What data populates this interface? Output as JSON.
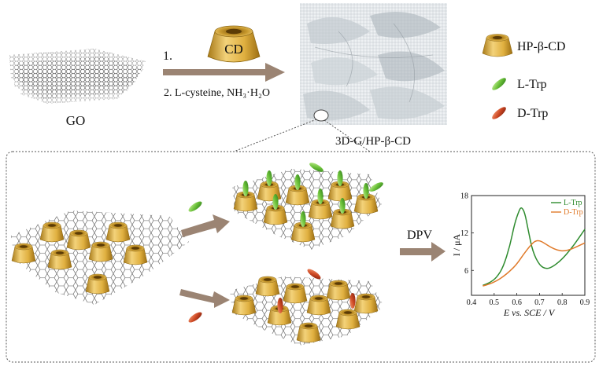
{
  "step": {
    "step1_number": "1.",
    "cd_label": "CD",
    "step2_text": "2. L-cysteine, NH₃·H₂O"
  },
  "labels": {
    "go": "GO",
    "product": "3D-G/HP-β-CD",
    "dpv": "DPV"
  },
  "legend": {
    "items": [
      {
        "label": "HP-β-CD",
        "icon": "cup-icon",
        "color": "#d9a531"
      },
      {
        "label": "L-Trp",
        "icon": "green-ellipse-icon",
        "color": "#5fb33a"
      },
      {
        "label": "D-Trp",
        "icon": "red-ellipse-icon",
        "color": "#c94a2c"
      }
    ]
  },
  "colors": {
    "arrow": "#9b8473",
    "gold": "#d9a531",
    "l_trp": "#5fb33a",
    "d_trp": "#c94a2c",
    "chart_l": "#2e8b2e",
    "chart_d": "#e07a2a"
  },
  "chart_data": {
    "type": "line",
    "xlabel": "E vs. SCE / V",
    "ylabel": "I / μA",
    "xlim": [
      0.4,
      0.9
    ],
    "ylim": [
      2,
      18
    ],
    "xticks": [
      "0.4",
      "0.5",
      "0.6",
      "0.7",
      "0.8",
      "0.9"
    ],
    "yticks": [
      "6",
      "12",
      "18"
    ],
    "legend_position": "top-right",
    "series": [
      {
        "name": "L-Trp",
        "x": [
          0.45,
          0.48,
          0.51,
          0.54,
          0.57,
          0.59,
          0.61,
          0.62,
          0.635,
          0.65,
          0.67,
          0.7,
          0.73,
          0.76,
          0.8,
          0.84,
          0.87,
          0.9
        ],
        "y": [
          3.6,
          4.0,
          4.8,
          6.5,
          10.0,
          13.5,
          15.6,
          16.2,
          15.3,
          12.5,
          9.0,
          6.8,
          6.2,
          6.6,
          7.8,
          9.5,
          11.0,
          12.6
        ]
      },
      {
        "name": "D-Trp",
        "x": [
          0.45,
          0.48,
          0.51,
          0.54,
          0.57,
          0.6,
          0.63,
          0.66,
          0.68,
          0.7,
          0.72,
          0.75,
          0.78,
          0.81,
          0.84,
          0.87,
          0.9
        ],
        "y": [
          3.5,
          3.8,
          4.3,
          5.0,
          5.9,
          7.0,
          8.6,
          10.0,
          10.7,
          10.8,
          10.4,
          9.7,
          9.2,
          9.1,
          9.4,
          9.9,
          10.4
        ]
      }
    ]
  }
}
